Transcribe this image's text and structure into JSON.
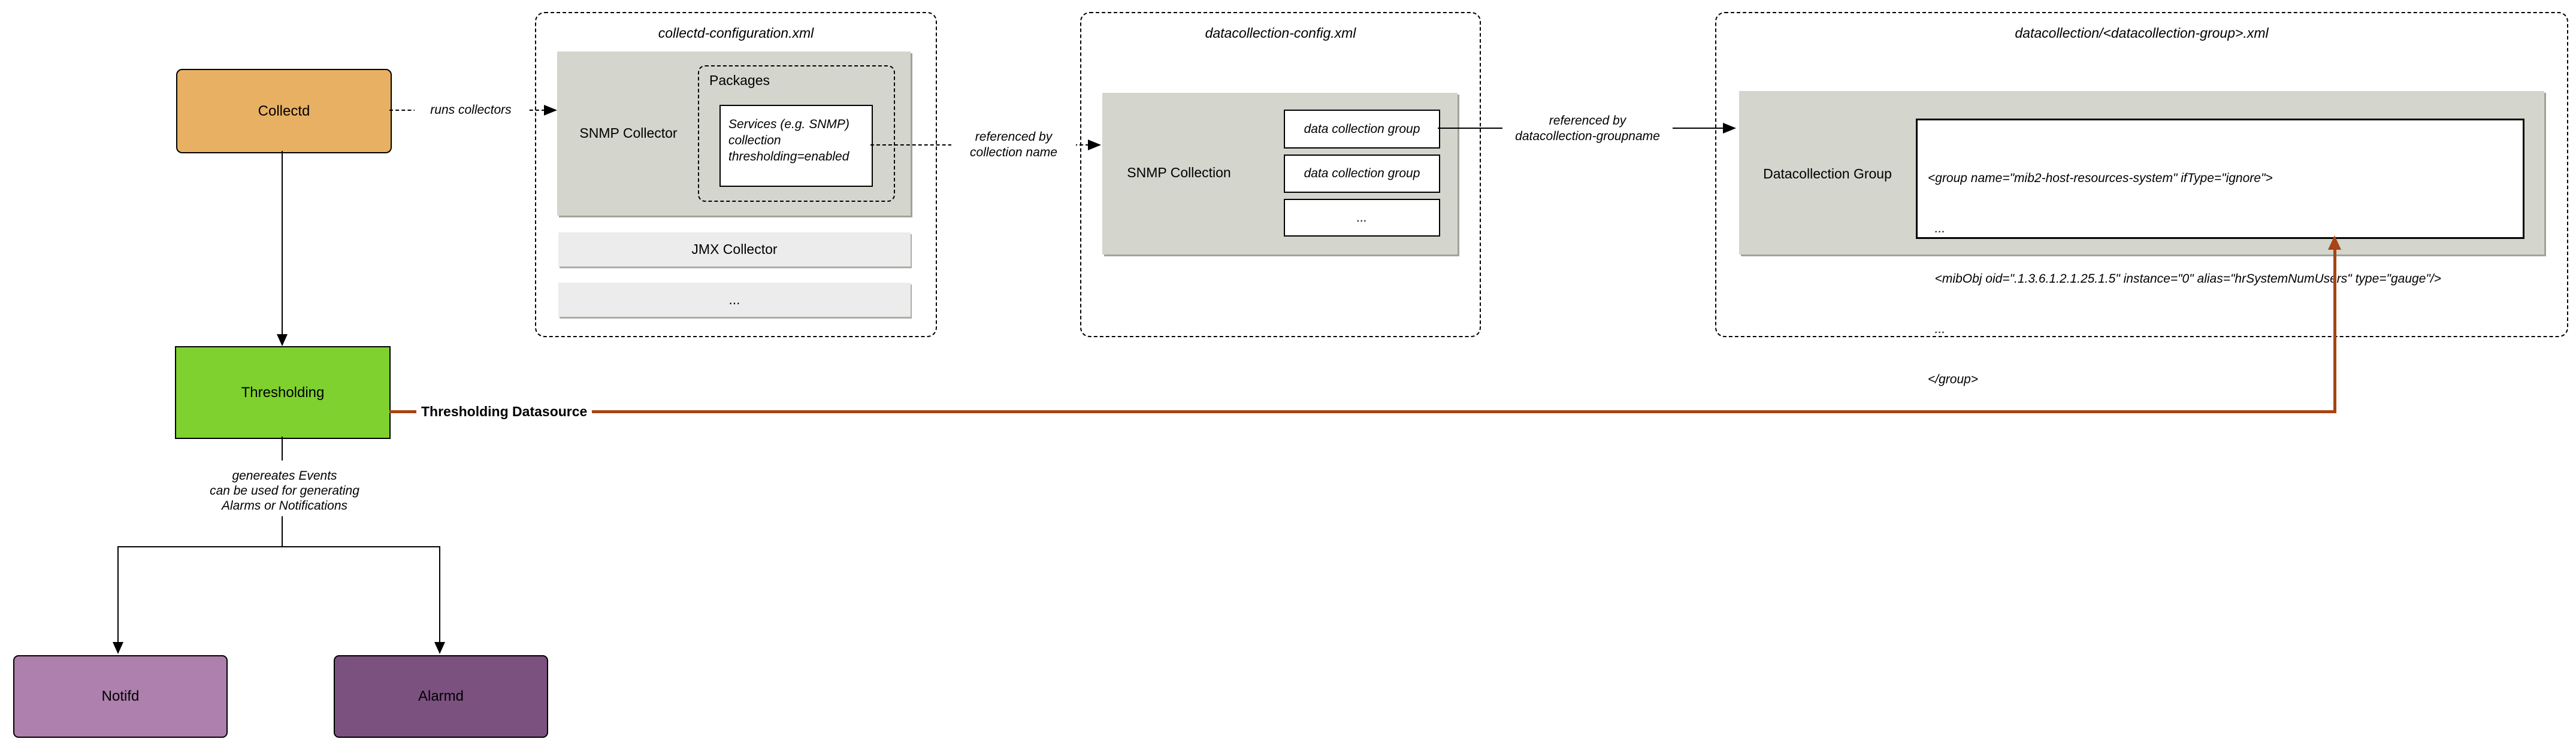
{
  "diagram": {
    "nodes": {
      "collectd": {
        "label": "Collectd",
        "color": "#e7b062"
      },
      "thresholding": {
        "label": "Thresholding",
        "color": "#7fd12f"
      },
      "notifd": {
        "label": "Notifd",
        "color": "#ad80ad"
      },
      "alarmd": {
        "label": "Alarmd",
        "color": "#7b5180"
      }
    },
    "files": {
      "collectd_configuration": {
        "title": "collectd-configuration.xml",
        "snmp_collector": {
          "label": "SNMP Collector"
        },
        "packages": {
          "label": "Packages"
        },
        "services": {
          "line1": "Services (e.g. SNMP)",
          "line2": "collection",
          "line3": "thresholding=enabled"
        },
        "jmx_collector": {
          "label": "JMX Collector"
        },
        "more": {
          "label": "..."
        }
      },
      "datacollection_config": {
        "title": "datacollection-config.xml",
        "snmp_collection": {
          "label": "SNMP Collection"
        },
        "groups": [
          "data collection group",
          "data collection group",
          "..."
        ]
      },
      "datacollection_group_file": {
        "title": "datacollection/<datacollection-group>.xml",
        "datacollection_group": {
          "label": "Datacollection Group"
        },
        "code": [
          "<group name=\"mib2-host-resources-system\" ifType=\"ignore\">",
          "  ...",
          "  <mibObj oid=\".1.3.6.1.2.1.25.1.5\" instance=\"0\" alias=\"hrSystemNumUsers\" type=\"gauge\"/>",
          "  ...",
          "</group>"
        ]
      }
    },
    "connectors": {
      "runs_collectors": {
        "label": "runs collectors"
      },
      "referenced_by_collection": {
        "line1": "referenced by",
        "line2": "collection name"
      },
      "referenced_by_groupname": {
        "line1": "referenced by",
        "line2": "datacollection-groupname"
      },
      "thresholding_datasource": {
        "label": "Thresholding Datasource",
        "color": "#a84313"
      },
      "generates_events": {
        "line1": "genereates Events",
        "line2": "can be used for generating",
        "line3": "Alarms or Notifications"
      }
    },
    "colors": {
      "panel_gray": "#d4d5cc",
      "bar_gray": "#ececec",
      "node_border": "#000000"
    }
  }
}
